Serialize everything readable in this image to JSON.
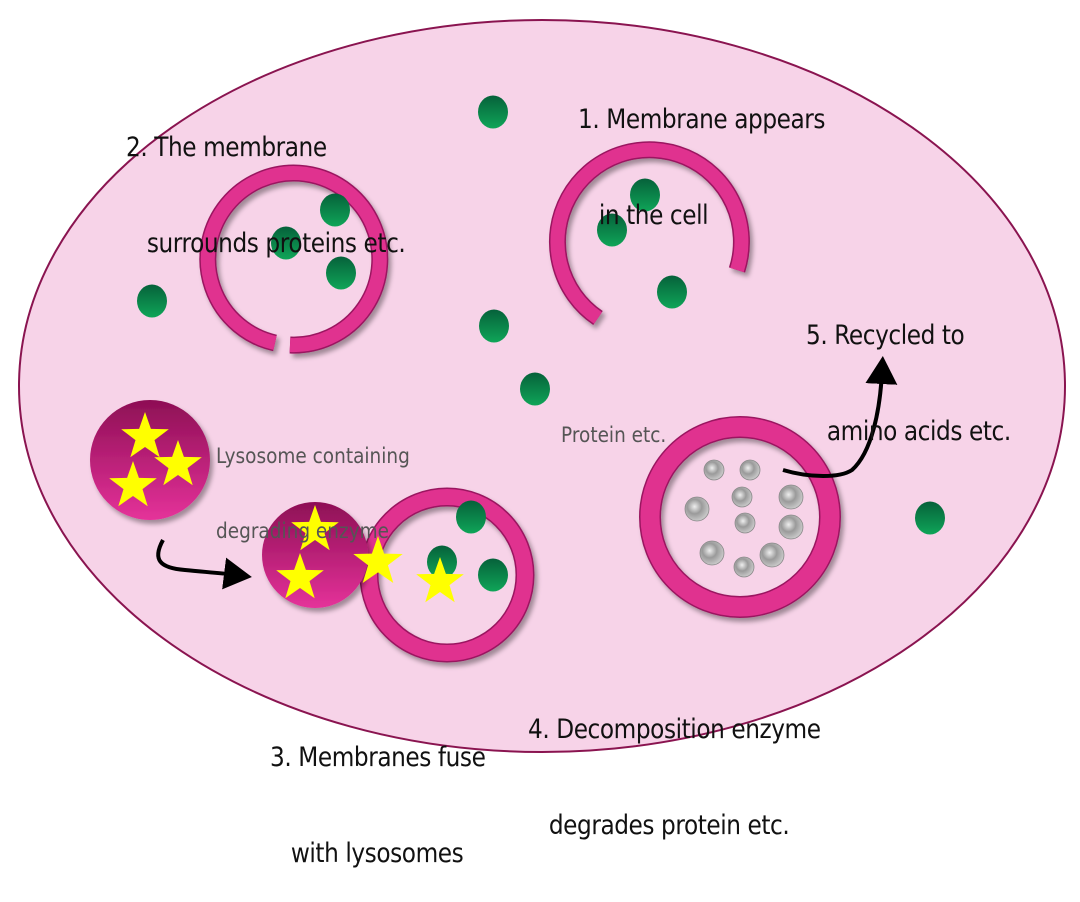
{
  "title": "Autophagy process diagram",
  "colors": {
    "cell_fill": "#f7d3e8",
    "cell_outline": "#8a1450",
    "membrane": "#e0308f",
    "membrane_outline": "#9a1560",
    "protein": "#0a8a48",
    "lysosome_top": "#8e0f55",
    "lysosome_bottom": "#e0308f",
    "enzyme_star": "#ffff00",
    "degraded": "#a8a8a8",
    "arrow": "#000000"
  },
  "steps": [
    {
      "id": 1,
      "line1": "1. Membrane appears",
      "line2": "   in the cell"
    },
    {
      "id": 2,
      "line1": "2. The membrane",
      "line2": "   surrounds proteins etc."
    },
    {
      "id": 3,
      "line1": "3. Membranes fuse",
      "line2": "   with lysosomes"
    },
    {
      "id": 4,
      "line1": "4. Decomposition enzyme",
      "line2": "   degrades protein etc."
    },
    {
      "id": 5,
      "line1": "5. Recycled to",
      "line2": "   amino acids etc."
    }
  ],
  "legend": {
    "protein": "Protein etc.",
    "lysosome_line1": "Lysosome containing",
    "lysosome_line2": "degrading enzyme"
  }
}
